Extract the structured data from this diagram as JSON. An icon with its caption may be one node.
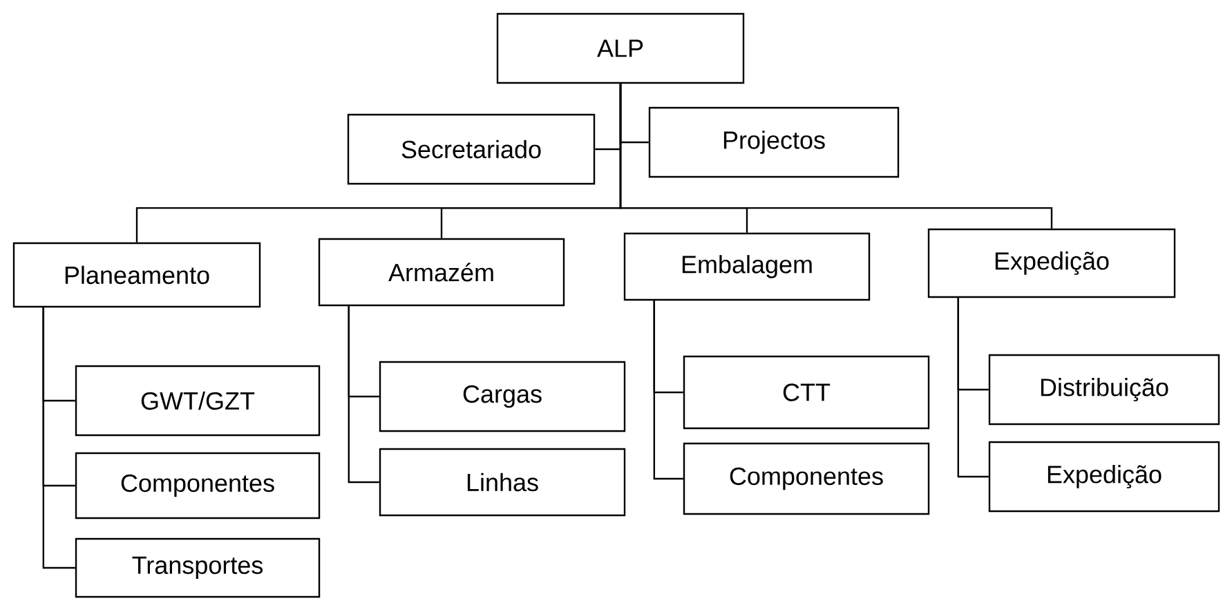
{
  "diagram": {
    "nodes": [
      {
        "text": [
          "ALP"
        ]
      },
      {
        "text": [
          "Secretariado"
        ]
      },
      {
        "text": [
          "Projectos"
        ]
      },
      {
        "text": [
          "Planeamento"
        ]
      },
      {
        "text": [
          "Armazém"
        ]
      },
      {
        "text": [
          "Embalagem"
        ]
      },
      {
        "text": [
          "Expedição"
        ]
      },
      {
        "text": [
          "GWT/GZT"
        ]
      },
      {
        "text": [
          "Componentes"
        ]
      },
      {
        "text": [
          "Transportes"
        ]
      },
      {
        "text": [
          "Cargas"
        ]
      },
      {
        "text": [
          "Linhas"
        ]
      },
      {
        "text": [
          "CTT"
        ]
      },
      {
        "text": [
          "Componentes"
        ]
      },
      {
        "text": [
          "Distribuição"
        ]
      },
      {
        "text": [
          "Expedição"
        ]
      }
    ],
    "edges": [
      {
        "from": 0,
        "to": 1,
        "arrow": "none"
      },
      {
        "from": 0,
        "to": 2,
        "arrow": "none"
      },
      {
        "from": 0,
        "to": 3,
        "arrow": "none"
      },
      {
        "from": 0,
        "to": 4,
        "arrow": "none"
      },
      {
        "from": 0,
        "to": 5,
        "arrow": "none"
      },
      {
        "from": 0,
        "to": 6,
        "arrow": "none"
      },
      {
        "from": 3,
        "to": 7,
        "arrow": "none"
      },
      {
        "from": 3,
        "to": 8,
        "arrow": "none"
      },
      {
        "from": 3,
        "to": 9,
        "arrow": "none"
      },
      {
        "from": 4,
        "to": 10,
        "arrow": "none"
      },
      {
        "from": 4,
        "to": 11,
        "arrow": "none"
      },
      {
        "from": 5,
        "to": 12,
        "arrow": "none"
      },
      {
        "from": 5,
        "to": 13,
        "arrow": "none"
      },
      {
        "from": 6,
        "to": 14,
        "arrow": "none"
      },
      {
        "from": 6,
        "to": 15,
        "arrow": "none"
      }
    ]
  }
}
